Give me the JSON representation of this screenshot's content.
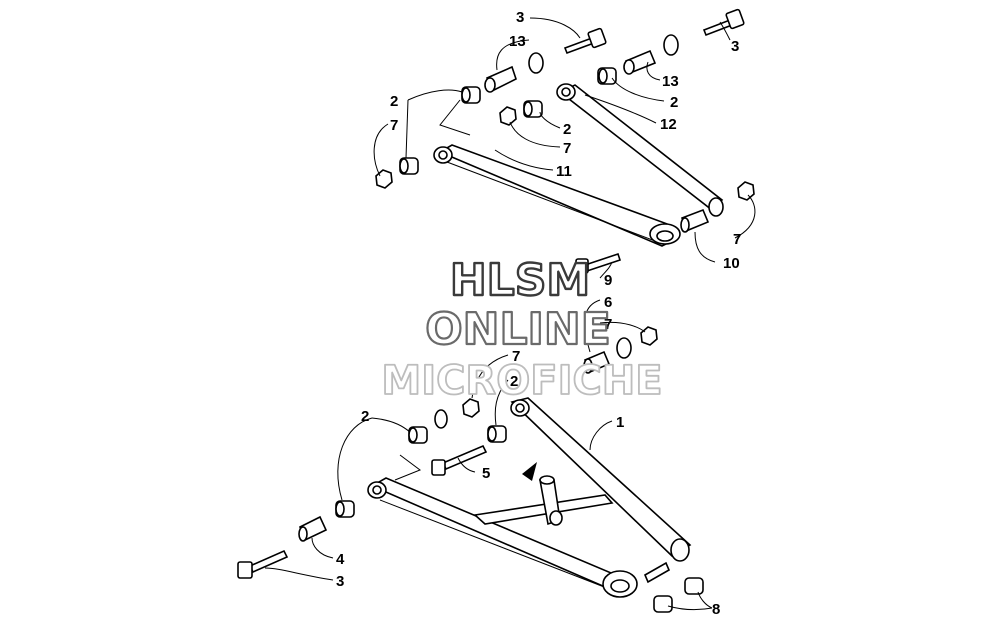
{
  "watermark": {
    "line1": "HLSM",
    "line2": "ONLINE",
    "line3": "MICROFICHE"
  },
  "callouts": {
    "c3_top": "3",
    "c13_left": "13",
    "c3_right": "3",
    "c13_right": "13",
    "c2_left": "2",
    "c7_left": "7",
    "c2_right": "2",
    "c12": "12",
    "c2_mid": "2",
    "c7_mid": "7",
    "c11": "11",
    "c7_r2": "7",
    "c10": "10",
    "c9": "9",
    "c6": "6",
    "c7_low": "7",
    "c7_low2": "7",
    "c2_low": "2",
    "c1": "1",
    "c2_low_left": "2",
    "c5": "5",
    "c4": "4",
    "c3_bottom": "3",
    "c8": "8"
  }
}
